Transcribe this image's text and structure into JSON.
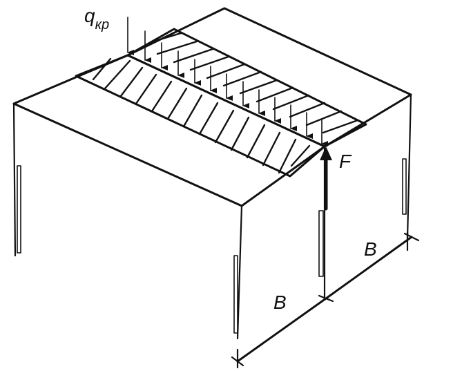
{
  "labels": {
    "load_symbol": "q",
    "load_subscript": "кр",
    "force": "F",
    "span_front": "B",
    "span_side": "B"
  },
  "colors": {
    "ink": "#111111",
    "background": "#ffffff"
  }
}
